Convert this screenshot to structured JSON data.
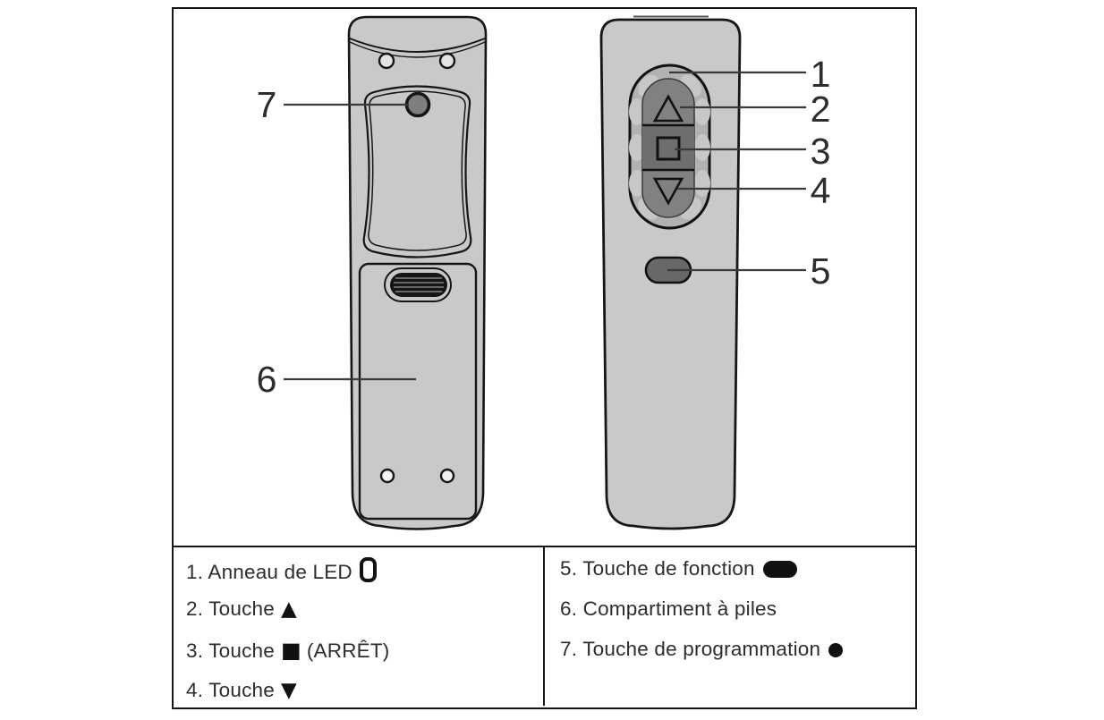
{
  "figure": {
    "callouts": {
      "c1": "1",
      "c2": "2",
      "c3": "3",
      "c4": "4",
      "c5": "5",
      "c6": "6",
      "c7": "7"
    }
  },
  "legend": {
    "left": [
      {
        "label": "1. Anneau de LED",
        "icon": "led-ring"
      },
      {
        "label": "2. Touche",
        "icon_char": "▲"
      },
      {
        "label": "3. Touche",
        "icon_char": "■",
        "suffix": "(ARRÊT)"
      },
      {
        "label": "4. Touche",
        "icon_char": "▼"
      }
    ],
    "right": [
      {
        "label": "5. Touche de fonction",
        "icon": "pill"
      },
      {
        "label": "6. Compartiment à piles"
      },
      {
        "label": "7. Touche de programmation",
        "icon": "dot"
      }
    ]
  },
  "colors": {
    "outline": "#161616",
    "body_gray": "#c9c9c9",
    "ring_gray": "#b2b2b2",
    "scallop_gray": "#c7c7c7",
    "button_gray": "#818181",
    "stop_button_gray": "#6e6e6e",
    "function_button_gray": "#686868",
    "program_button_gray": "#7e7e7e",
    "grip_dark": "#161616",
    "screw_fill": "#e3e3e3",
    "text": "#2d2d2d"
  }
}
